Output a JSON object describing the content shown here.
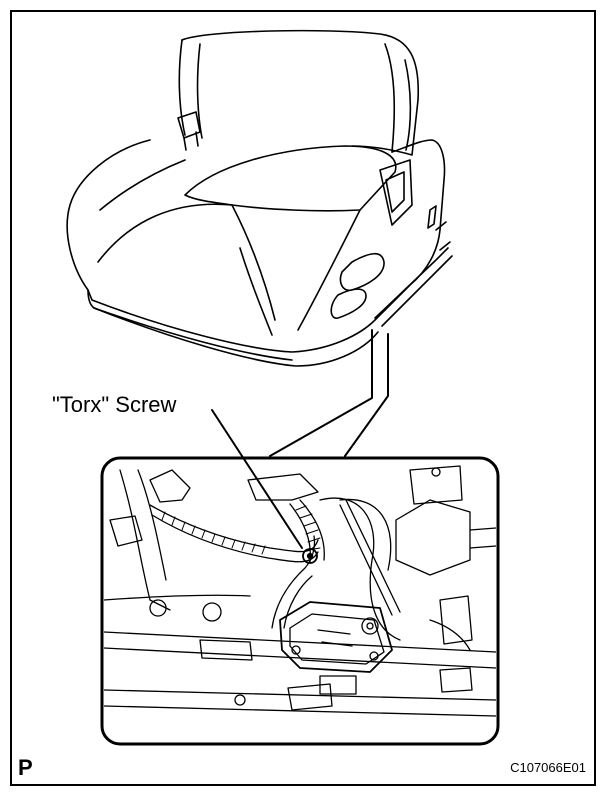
{
  "labels": {
    "torx_screw": "\"Torx\" Screw"
  },
  "corner_letter": "P",
  "figure_code": "C107066E01",
  "icons": [
    "seat-illustration",
    "seat-underside-detail",
    "torx-screw-icon"
  ]
}
